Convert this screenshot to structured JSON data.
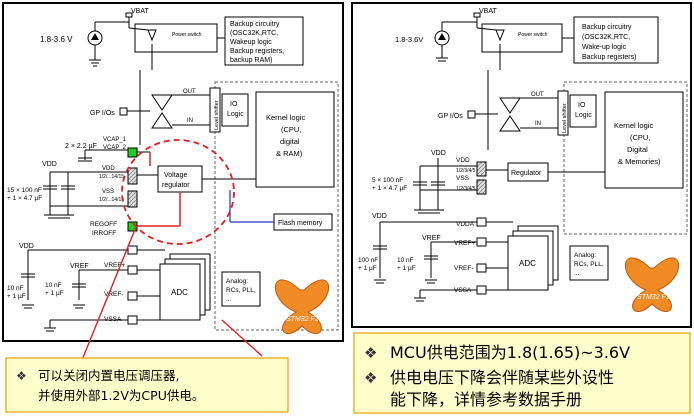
{
  "left": {
    "vbat": "VBAT",
    "battery_range": "1.8-3.6 V",
    "power_switch": "Power switch",
    "backup_lines": [
      "Backup circuitry",
      "(OSC32K,RTC,",
      "Wakeup logic",
      "Backup registers,",
      "backup RAM)"
    ],
    "gpios": "GP I/Os",
    "out": "OUT",
    "in": "IN",
    "level_shifter": "Level shifter",
    "io_logic": [
      "IO",
      "Logic"
    ],
    "kernel_lines": [
      "Kernel logic",
      "(CPU,",
      "digital",
      "& RAM)"
    ],
    "cap_label": "2 × 2.2 µF",
    "vcap1": "VCAP_1",
    "vcap2": "VCAP_2",
    "vdd": "VDD",
    "vss": "VSS",
    "dd_pins": "1/2/...14/15",
    "ss_pins": "1/2/...14/15",
    "caps_vdd": [
      "15 × 100 nF",
      "+ 1 × 4.7 µF"
    ],
    "regulator": [
      "Voltage",
      "regulator"
    ],
    "regoff": "REGOFF",
    "irroff": "IRROFF",
    "flash": "Flash memory",
    "vdda": "VDD",
    "vref": "VREF",
    "vref_plus": "VREF+",
    "vref_minus": "VREF-",
    "vssa": "VSSA",
    "caps_a1": [
      "10 nF",
      "+ 1 µF"
    ],
    "caps_a2": [
      "10 nF",
      "+ 1 µF"
    ],
    "adc": "ADC",
    "analog": [
      "Analog:",
      "RCs, PLL,",
      "..."
    ],
    "badge": "STM32 F2"
  },
  "right": {
    "vbat": "VBAT",
    "battery_range": "1.8-3.6V",
    "power_switch": "Power switch",
    "backup_lines": [
      "Backup circuitry",
      "(OSC32K,RTC,",
      "Wake-up logic",
      "Backup registers)"
    ],
    "gpios": "GP I/Os",
    "out": "OUT",
    "in": "IN",
    "level_shifter": "Level shifter",
    "io_logic": [
      "IO",
      "Logic"
    ],
    "kernel_lines": [
      "Kernel logic",
      "(CPU,",
      "Digital",
      "& Memories)"
    ],
    "vdd": "VDD",
    "vss": "VSS",
    "pins": "1/2/3/4/5",
    "caps_vdd": [
      "5 × 100 nF",
      "+ 1 × 4.7 µF"
    ],
    "regulator": "Regulator",
    "vdda": "VDDA",
    "vref": "VREF",
    "vref_plus": "VREF+",
    "vref_minus": "VREF-",
    "vssa": "VSSA",
    "caps_a1": [
      "100 nF",
      "+ 1 µF"
    ],
    "caps_a2": [
      "10 nF",
      "+ 1 µF"
    ],
    "adc": "ADC",
    "analog": [
      "Analog:",
      "RCs, PLL,",
      "..."
    ],
    "badge": "STM32 F1"
  },
  "note_left": {
    "line1": "可以关闭内置电压调压器,",
    "line2": "并使用外部1.2V为CPU供电。"
  },
  "note_right": {
    "bullet1": "MCU供电范围为1.8(1.65)~3.6V",
    "bullet2a": "供电电压下降会伴随某些外设性",
    "bullet2b": "能下降，详情参考数据手册"
  },
  "colors": {
    "highlight_red": "#e02020",
    "green_pad": "#22cc22",
    "badge_orange": "#f08a24",
    "note_bg": "#ffffcc",
    "note_border": "#e8a000",
    "bullet_color": "#333333"
  }
}
